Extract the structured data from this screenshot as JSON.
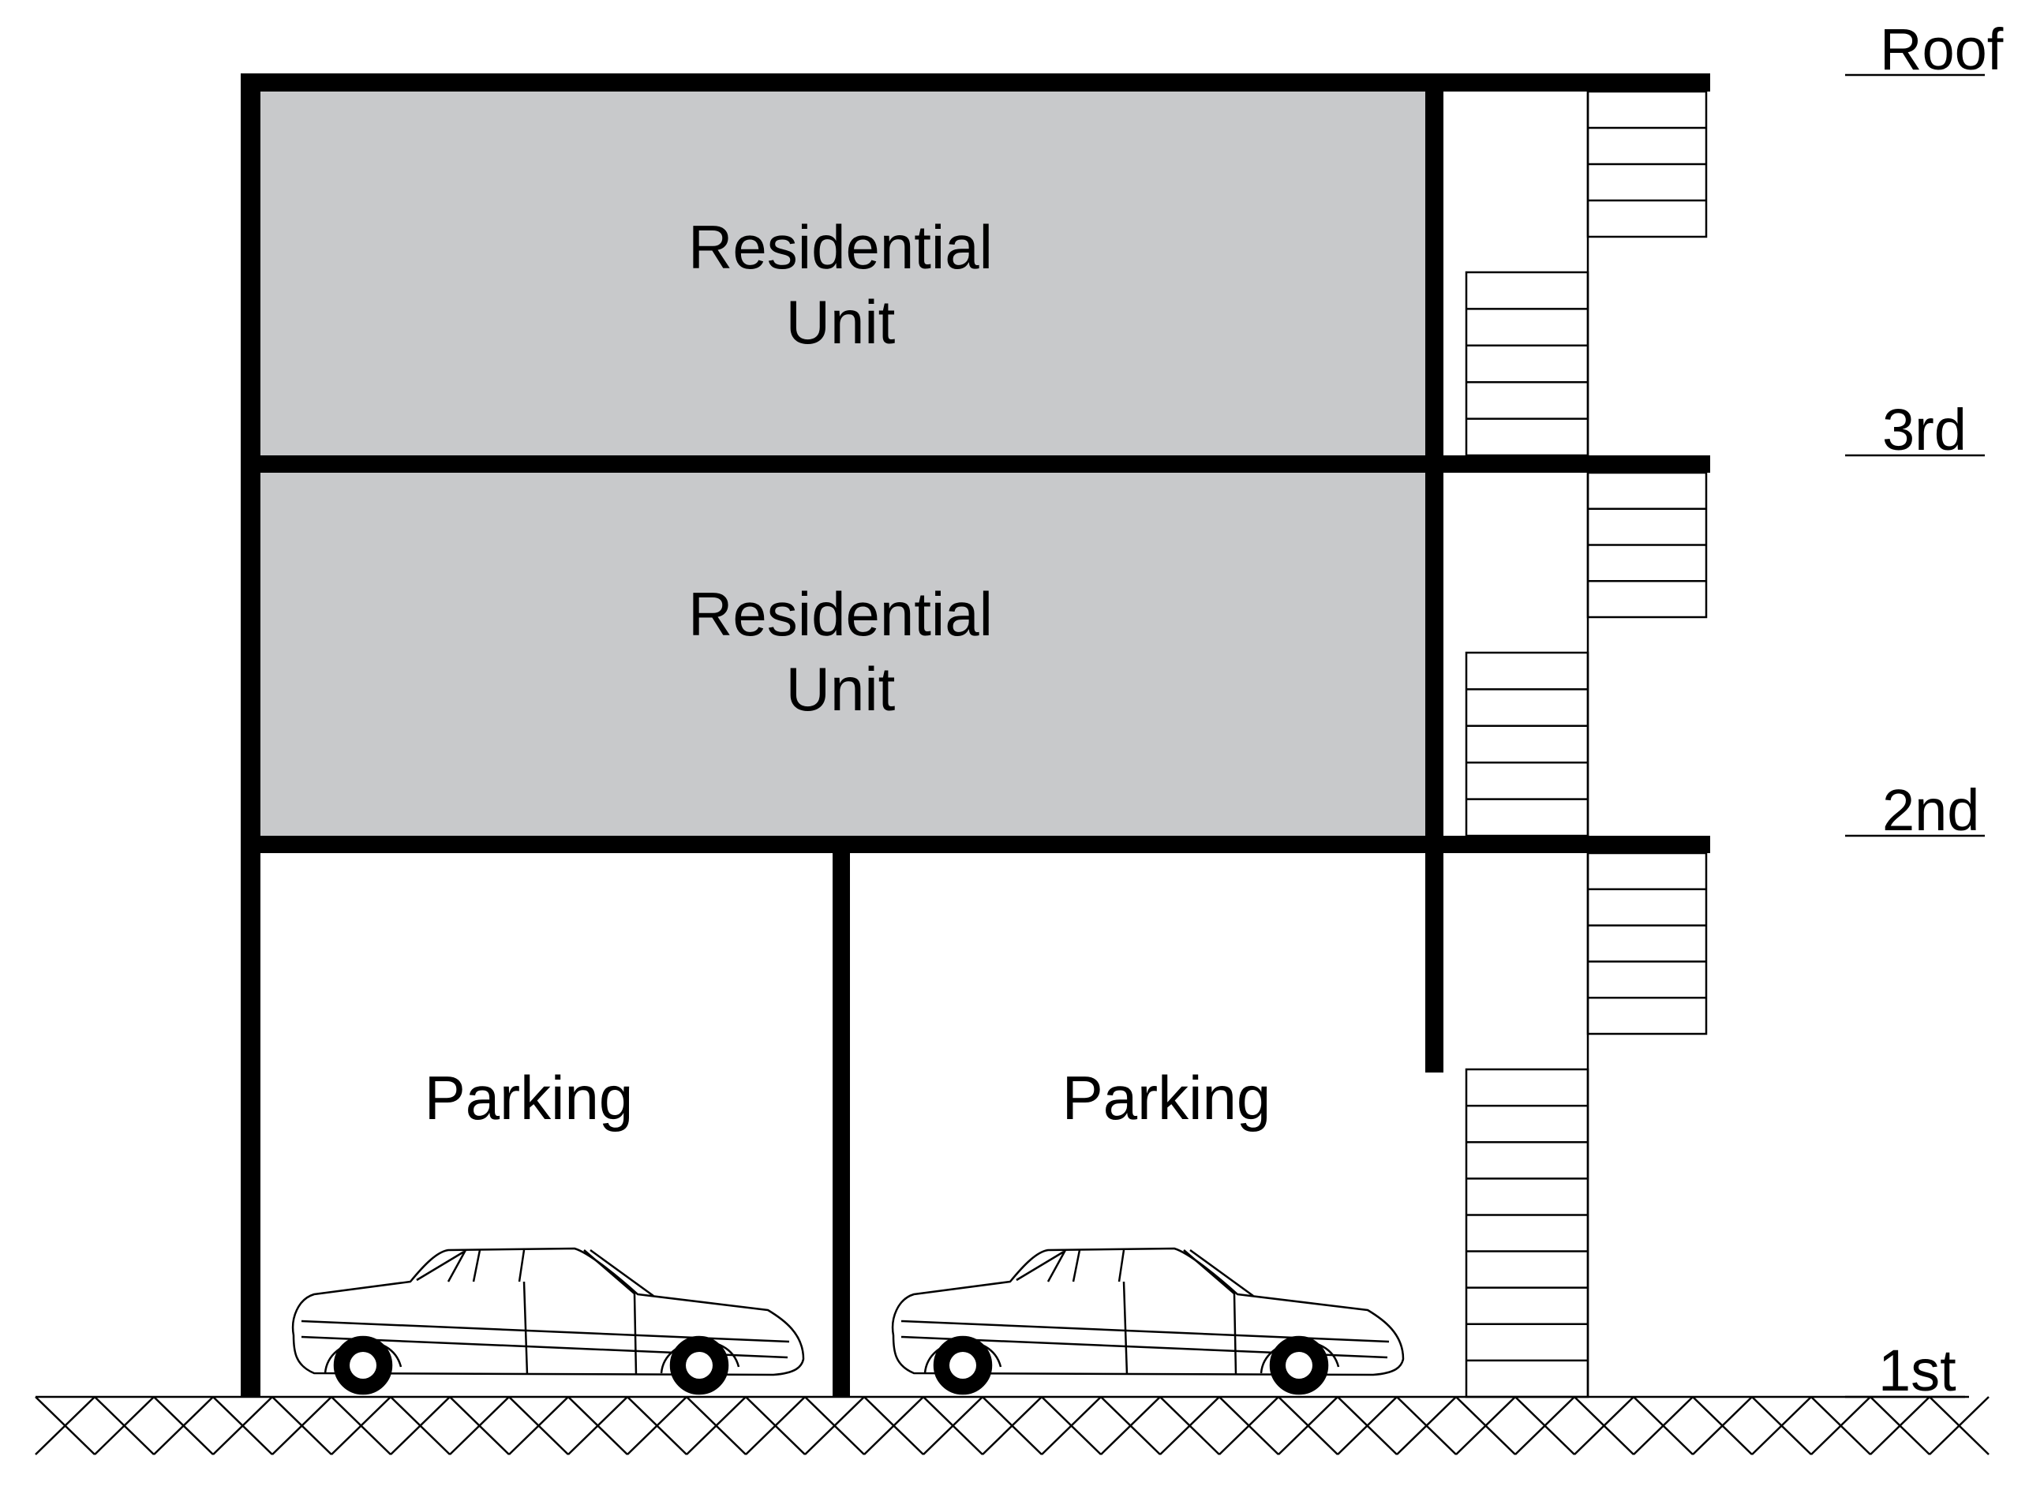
{
  "diagram": {
    "rooms": {
      "upper": {
        "line1": "Residential",
        "line2": "Unit"
      },
      "middle": {
        "line1": "Residential",
        "line2": "Unit"
      },
      "parking_left": {
        "label": "Parking"
      },
      "parking_right": {
        "label": "Parking"
      }
    },
    "levels": {
      "roof": "Roof",
      "third": "3rd",
      "second": "2nd",
      "first": "1st"
    },
    "colors": {
      "residential_fill": "#c8c9cb",
      "structure": "#000000",
      "background": "#ffffff"
    },
    "icons": [
      "car-icon",
      "staircase-icon",
      "ground-hatch"
    ]
  }
}
